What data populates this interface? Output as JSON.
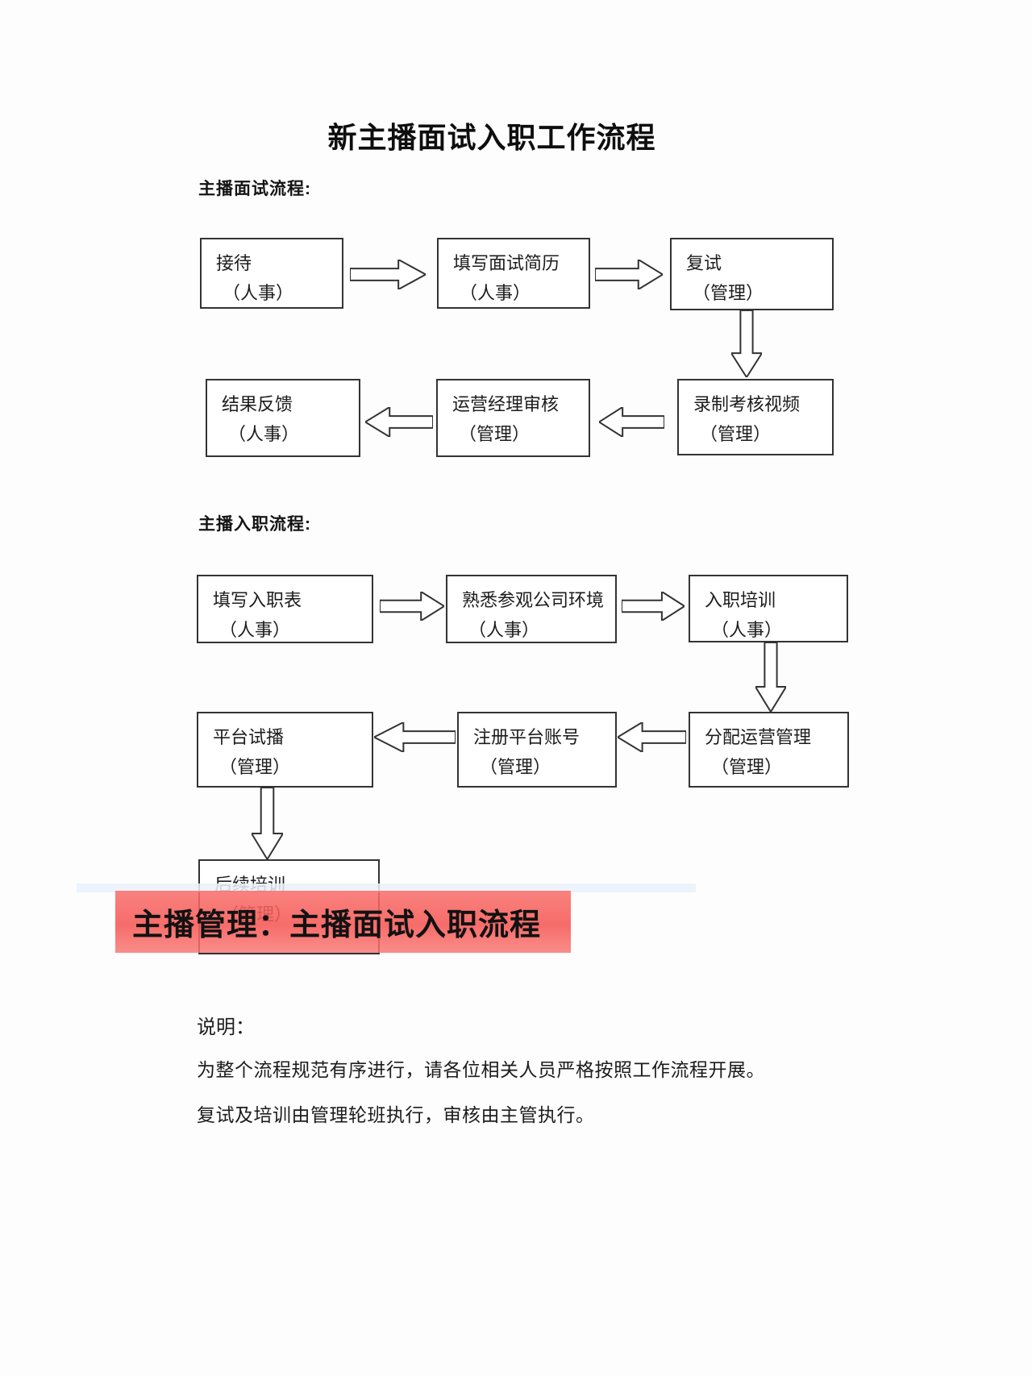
{
  "title": "新主播面试入职工作流程",
  "flow1": {
    "heading": "主播面试流程:",
    "row1": [
      {
        "name": "接待",
        "dept": "（人事）"
      },
      {
        "name": "填写面试简历",
        "dept": "（人事）"
      },
      {
        "name": "复试",
        "dept": "（管理）"
      }
    ],
    "row2": [
      {
        "name": "结果反馈",
        "dept": "（人事）"
      },
      {
        "name": "运营经理审核",
        "dept": "（管理）"
      },
      {
        "name": "录制考核视频",
        "dept": "（管理）"
      }
    ]
  },
  "flow2": {
    "heading": "主播入职流程:",
    "row1": [
      {
        "name": "填写入职表",
        "dept": "（人事）"
      },
      {
        "name": "熟悉参观公司环境",
        "dept": "（人事）"
      },
      {
        "name": "入职培训",
        "dept": "（人事）"
      }
    ],
    "row2": [
      {
        "name": "平台试播",
        "dept": "（管理）"
      },
      {
        "name": "注册平台账号",
        "dept": "（管理）"
      },
      {
        "name": "分配运营管理",
        "dept": "（管理）"
      }
    ],
    "followup": {
      "name": "后续培训",
      "dept": "（管理）"
    }
  },
  "banner": {
    "text": "主播管理：主播面试入职流程",
    "bg": "#f5615f"
  },
  "notes": {
    "label": "说明：",
    "line1": "为整个流程规范有序进行，请各位相关人员严格按照工作流程开展。",
    "line2": "复试及培训由管理轮班执行，审核由主管执行。"
  }
}
